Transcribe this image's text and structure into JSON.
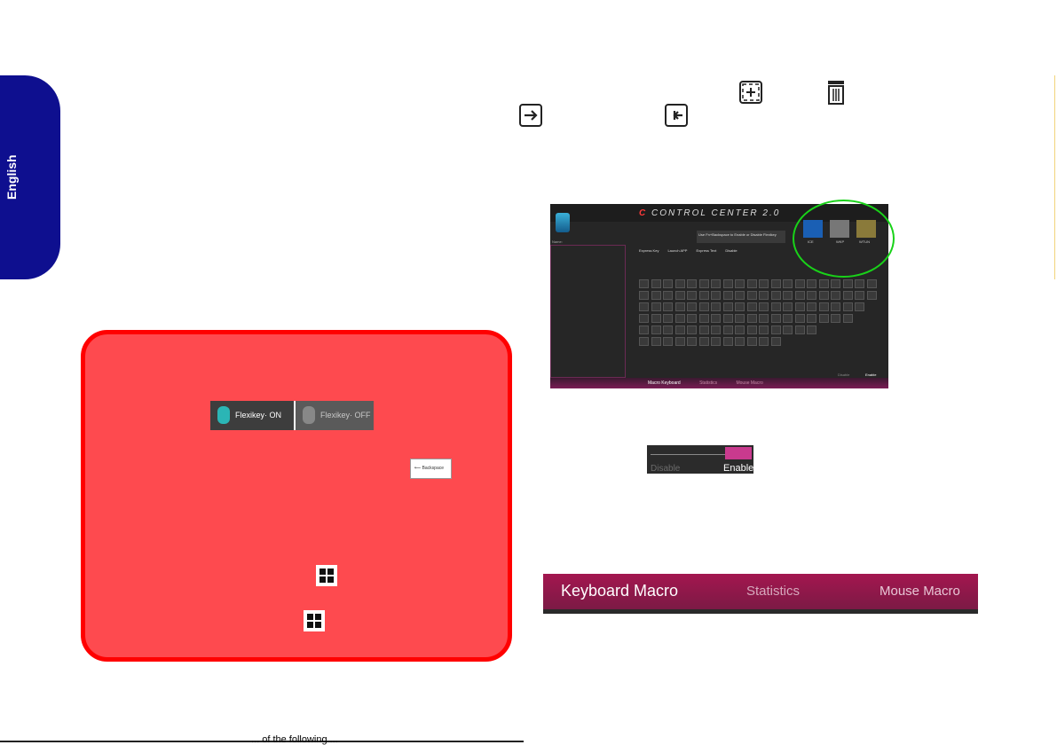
{
  "side_tab": {
    "label": "English"
  },
  "note_box": {
    "flexikey_on": "Flexikey· ON",
    "flexikey_off": "Flexikey· OFF",
    "backspace_key": "⟵ Backspace"
  },
  "control_center": {
    "title_prefix": "C",
    "title": "CONTROL CENTER 2.0",
    "name_label": "Name:",
    "modes": [
      "Express Key",
      "Launch APP",
      "Express Text",
      "Disable"
    ],
    "profiles": [
      "ICE",
      "WKP",
      "WTUN"
    ],
    "hint": "Use Fn+Backspace to Enable or Disable Flexikey",
    "slider_label_left": "Disable",
    "slider_label_right": "Enable",
    "bottom_tabs": [
      "Macro Keyboard",
      "Statistics",
      "Mouse Macro"
    ]
  },
  "slider": {
    "disable_label": "Disable",
    "enable_label": "Enable"
  },
  "macro_bar": {
    "keyboard_macro": "Keyboard Macro",
    "statistics": "Statistics",
    "mouse_macro": "Mouse Macro"
  },
  "bottom_text": "... of the following ..."
}
